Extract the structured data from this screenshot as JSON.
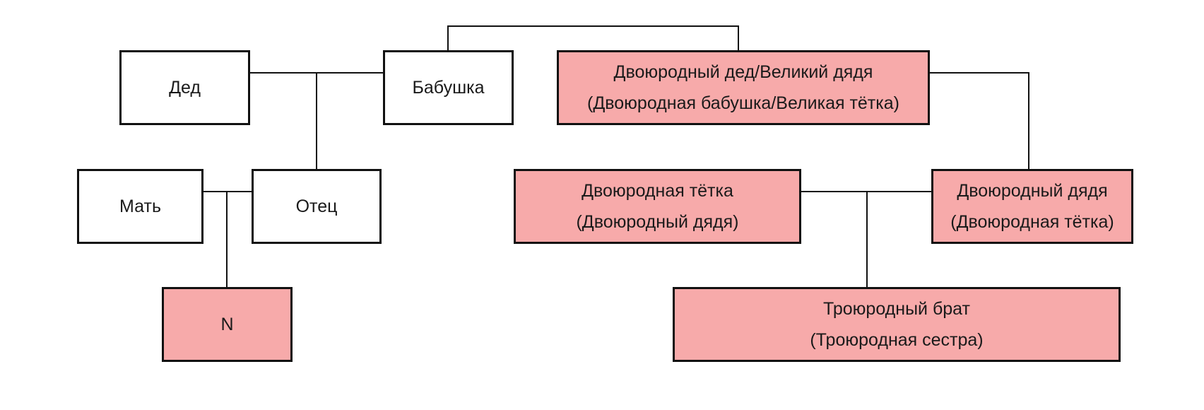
{
  "nodes": {
    "grandfather": {
      "line1": "Дед"
    },
    "grandmother": {
      "line1": "Бабушка"
    },
    "great_uncle": {
      "line1": "Двоюродный дед/Великий дядя",
      "line2": "(Двоюродная бабушка/Великая тётка)"
    },
    "mother": {
      "line1": "Мать"
    },
    "father": {
      "line1": "Отец"
    },
    "cousin_aunt": {
      "line1": "Двоюродная тётка",
      "line2": "(Двоюродный дядя)"
    },
    "cousin_uncle": {
      "line1": "Двоюродный дядя",
      "line2": "(Двоюродная тётка)"
    },
    "self": {
      "line1": "N"
    },
    "second_cousin": {
      "line1": "Троюродный брат",
      "line2": "(Троюродная сестра)"
    }
  },
  "colors": {
    "highlight_fill": "#f7aaaa",
    "plain_fill": "#ffffff",
    "border": "#111111",
    "connector": "#111111"
  }
}
